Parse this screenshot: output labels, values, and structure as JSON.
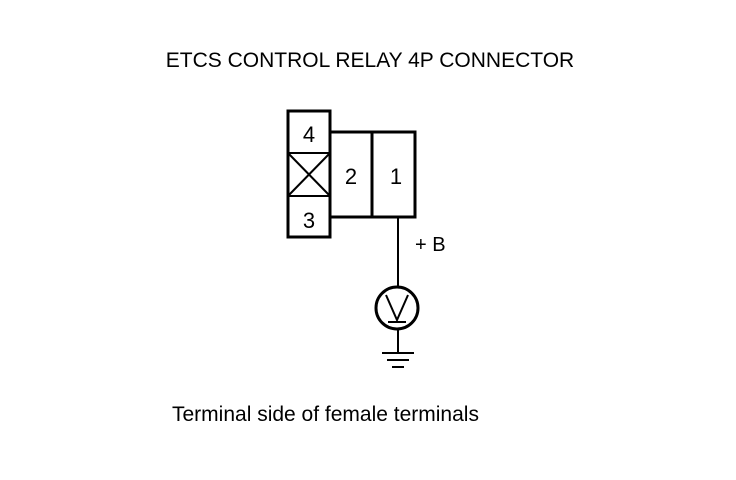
{
  "diagram": {
    "title": "ETCS CONTROL RELAY 4P CONNECTOR",
    "caption": "Terminal side of female terminals",
    "connector": {
      "terminals": [
        {
          "id": "terminal-4",
          "label": "4"
        },
        {
          "id": "terminal-3",
          "label": "3"
        },
        {
          "id": "terminal-2",
          "label": "2"
        },
        {
          "id": "terminal-1",
          "label": "1"
        }
      ],
      "unused_cavity_symbol": "x-mark"
    },
    "probe": {
      "wire_label": "+ B",
      "meter_icon": "voltmeter-icon",
      "ground_icon": "ground-icon"
    },
    "colors": {
      "line": "#000000",
      "background": "#ffffff"
    }
  }
}
